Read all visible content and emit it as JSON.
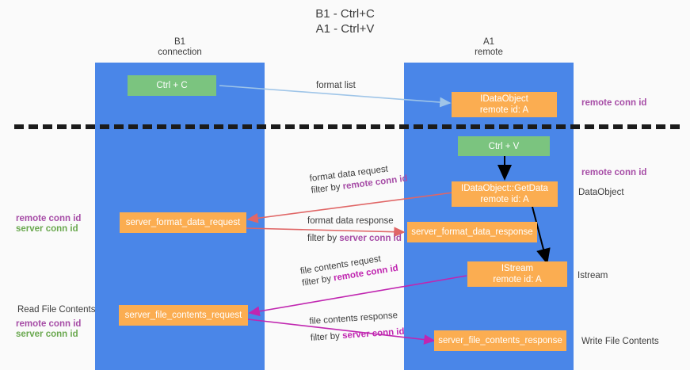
{
  "title": "B1 - Ctrl+C\nA1 - Ctrl+V",
  "title_line1": "B1 - Ctrl+C",
  "title_line2": "A1 - Ctrl+V",
  "colors": {
    "lane": "#4a86e8",
    "node_green": "#7bc47f",
    "node_orange": "#fbad51",
    "purple": "#a64ca6",
    "green_text": "#6aa84f",
    "magenta": "#c026b0",
    "arrow_blue": "#9fc5e8",
    "arrow_red": "#e06666",
    "arrow_magenta": "#c026b0",
    "arrow_black": "#000000",
    "background": "#fafafa",
    "separator": "#1b1b1b"
  },
  "lanes": [
    {
      "id": "b1",
      "title_line1": "B1",
      "title_line2": "connection"
    },
    {
      "id": "a1",
      "title_line1": "A1",
      "title_line2": "remote"
    }
  ],
  "nodes": {
    "ctrl_c": {
      "line1": "Ctrl + C",
      "line2": ""
    },
    "idataobject": {
      "line1": "IDataObject",
      "line2": "remote id: A"
    },
    "ctrl_v": {
      "line1": "Ctrl + V",
      "line2": ""
    },
    "getdata": {
      "line1": "IDataObject::GetData",
      "line2": "remote id: A"
    },
    "fmt_request": {
      "line1": "server_format_data_request",
      "line2": ""
    },
    "fmt_response": {
      "line1": "server_format_data_response",
      "line2": ""
    },
    "istream": {
      "line1": "IStream",
      "line2": "remote id: A"
    },
    "file_request": {
      "line1": "server_file_contents_request",
      "line2": ""
    },
    "file_response": {
      "line1": "server_file_contents_response",
      "line2": ""
    }
  },
  "edges": {
    "format_list": {
      "text": "format list"
    },
    "format_data_request": {
      "text": "format data request",
      "filter_prefix": "filter by ",
      "filter_value": "remote conn id"
    },
    "format_data_response": {
      "text": "format data response",
      "filter_prefix": "filter by ",
      "filter_value": "server conn id"
    },
    "file_contents_request": {
      "text": "file contents request",
      "filter_prefix": "filter by ",
      "filter_value": "remote conn id"
    },
    "file_contents_response": {
      "text": "file contents response",
      "filter_prefix": "filter by ",
      "filter_value": "server conn id"
    }
  },
  "annotations": {
    "right_remote_conn_top": "remote conn id",
    "right_remote_conn_mid": "remote conn id",
    "right_dataobject": "DataObject",
    "right_istream": "Istream",
    "right_write_file": "Write File Contents",
    "left_remote_conn_mid": "remote conn id",
    "left_server_conn_mid": "server conn id",
    "left_read_file": "Read File Contents",
    "left_remote_conn_bot": "remote conn id",
    "left_server_conn_bot": "server conn id"
  }
}
